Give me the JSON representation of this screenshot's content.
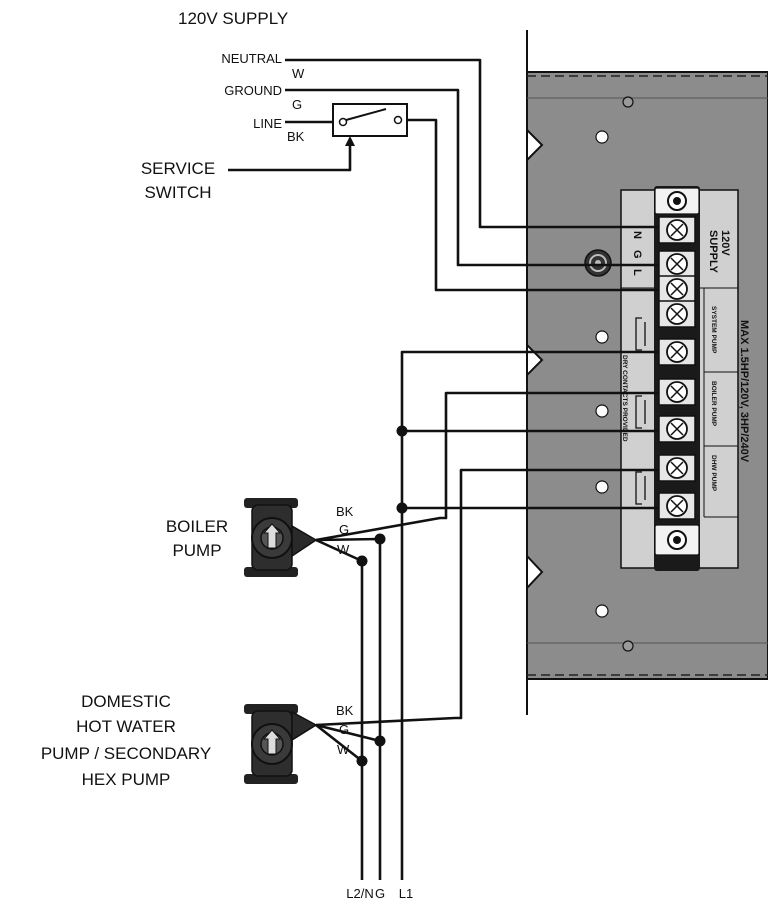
{
  "supply": {
    "title": "120V SUPPLY",
    "neutral": "NEUTRAL",
    "ground": "GROUND",
    "line": "LINE",
    "w": "W",
    "g": "G",
    "bk": "BK"
  },
  "service_switch": {
    "line1": "SERVICE",
    "line2": "SWITCH"
  },
  "terminal": {
    "n": "N",
    "g": "G",
    "l": "L",
    "supply_line1": "120V",
    "supply_line2": "SUPPLY",
    "max_rating": "MAX 1.5HP/120V, 3HP/240V",
    "system_pump": "SYSTEM PUMP",
    "boiler_pump": "BOILER PUMP",
    "dhw_pump": "DHW PUMP",
    "dry_contacts": "DRY CONTACTS PROVIDED"
  },
  "boiler_pump": {
    "line1": "BOILER",
    "line2": "PUMP",
    "bk": "BK",
    "g": "G",
    "w": "W"
  },
  "dhw_pump": {
    "line1": "DOMESTIC",
    "line2": "HOT WATER",
    "line3": "PUMP / SECONDARY",
    "line4": "HEX PUMP",
    "bk": "BK",
    "g": "G",
    "w": "W"
  },
  "bottom": {
    "l2n": "L2/N",
    "g": "G",
    "l1": "L1"
  },
  "colors": {
    "panel": "#8c8c8c",
    "block": "#d0d0d0",
    "wire": "#111111"
  }
}
